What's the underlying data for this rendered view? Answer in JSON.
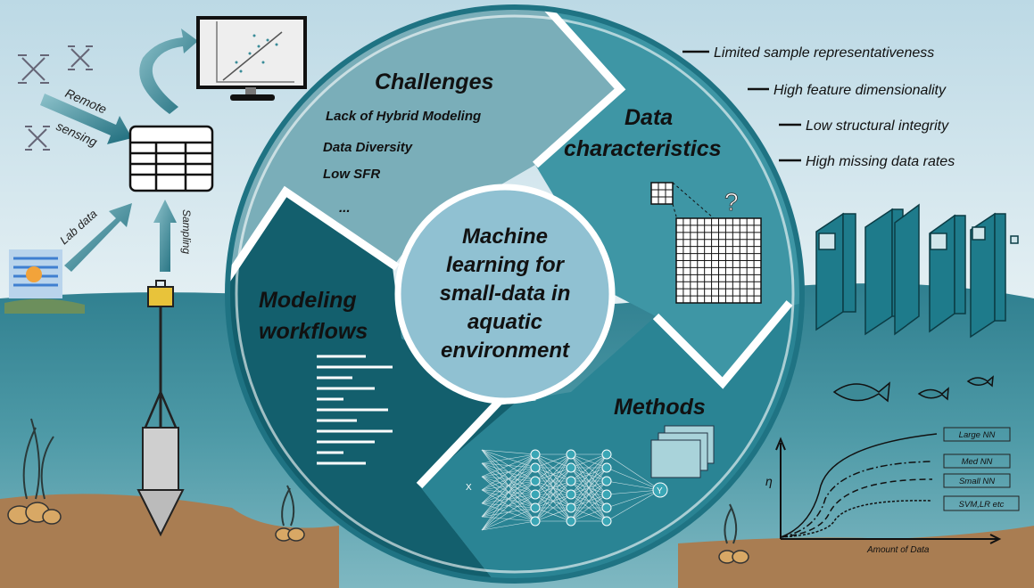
{
  "center": {
    "lines": [
      "Machine",
      "learning for",
      "small-data in",
      "aquatic",
      "environment"
    ]
  },
  "segments": {
    "challenges": {
      "title": "Challenges",
      "items": [
        "Lack of Hybrid Modeling",
        "Data Diversity",
        "Low SFR",
        "..."
      ]
    },
    "data_characteristics": {
      "title_lines": [
        "Data",
        "characteristics"
      ],
      "question_mark": "?"
    },
    "methods": {
      "title": "Methods",
      "nn_input": "X",
      "nn_output": "Y"
    },
    "modeling_workflows": {
      "title_lines": [
        "Modeling",
        "workflows"
      ]
    }
  },
  "data_issues": [
    "Limited sample representativeness",
    "High feature dimensionality",
    "Low structural integrity",
    "High missing data rates"
  ],
  "sources": {
    "remote": "Remote",
    "sensing": "sensing",
    "lab": "Lab data",
    "sampling": "Sampling"
  },
  "performance_chart": {
    "y_label": "η",
    "x_label": "Amount of Data",
    "legend": [
      "Large NN",
      "Med NN",
      "Small NN",
      "SVM,LR etc"
    ]
  },
  "colors": {
    "sky": "#d3e7ef",
    "water": "#3f8e9c",
    "sand": "#a97d52",
    "accent": "#1d6f7f"
  }
}
